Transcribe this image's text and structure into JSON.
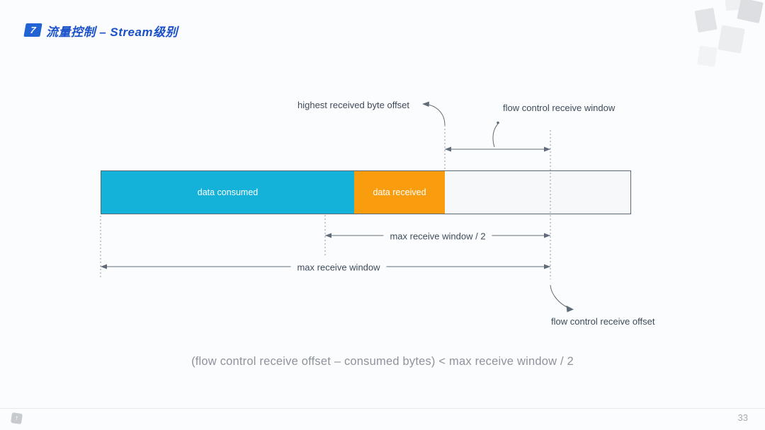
{
  "header": {
    "badge": "7",
    "title": "流量控制 – Stream级别"
  },
  "diagram": {
    "segments": [
      {
        "label": "data consumed",
        "color": "#14b1d9"
      },
      {
        "label": "data received",
        "color": "#f99d0e"
      }
    ],
    "labels": {
      "highest_offset": "highest received byte offset",
      "receive_window": "flow control receive window",
      "max_window_half": "max receive window / 2",
      "max_window": "max receive window",
      "receive_offset": "flow control receive offset"
    }
  },
  "formula": "(flow control receive offset – consumed bytes) < max receive window / 2",
  "footer": {
    "page_number": "33",
    "logo_icon": "up-arrow-icon"
  },
  "colors": {
    "accent_blue": "#1a50c8",
    "badge_blue": "#2263d4",
    "bar_cyan": "#14b1d9",
    "bar_orange": "#f99d0e",
    "bar_border": "#5d6974",
    "line_gray": "#5f6b77",
    "label_text": "#3e4a59",
    "formula_gray": "#8e939b"
  }
}
